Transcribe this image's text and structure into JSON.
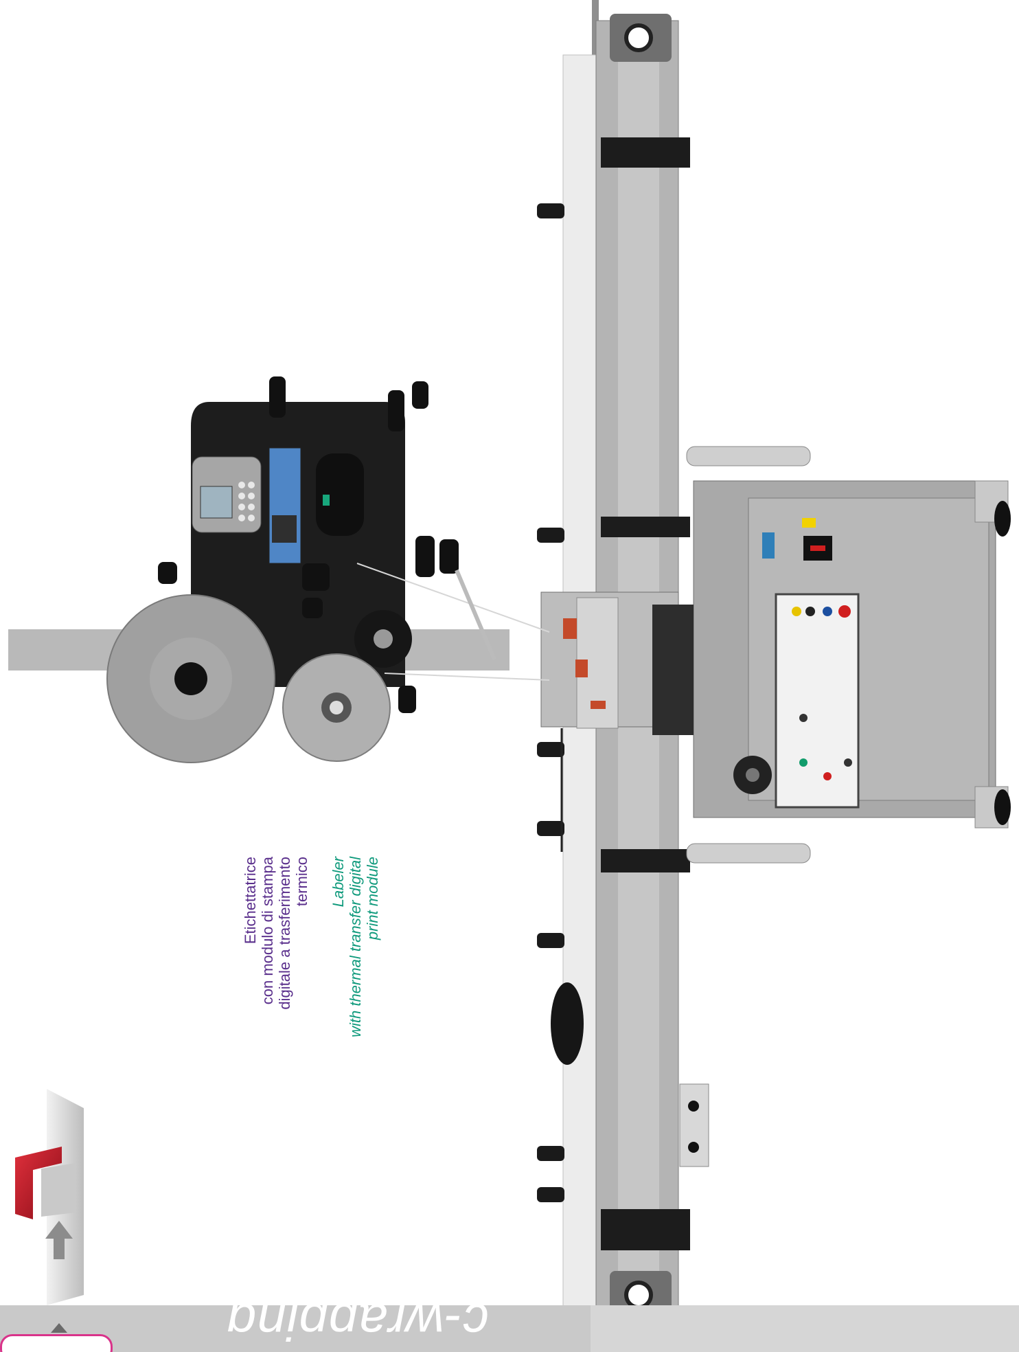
{
  "caption_it": {
    "lines": [
      "Etichettatrice",
      "con modulo di stampa",
      "digitale a trasferimento",
      "termico"
    ],
    "color": "#5a2f8c"
  },
  "caption_en": {
    "lines": [
      "Labeler",
      "with thermal transfer digital",
      "print module"
    ],
    "color": "#0f9a7c"
  },
  "brand": {
    "text": "c-wrapping",
    "color": "#ffffff"
  },
  "colors": {
    "banner": "#d6d6d6",
    "accent_pink": "#d9338a",
    "logo_red": "#c8102e"
  },
  "icons": {
    "logo": "company-logo-icon",
    "up_arrow": "up-arrow-icon"
  }
}
